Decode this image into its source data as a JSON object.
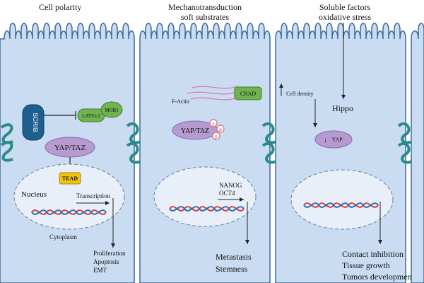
{
  "panel1": {
    "title": "Cell polarity",
    "scrib": "SCRIB",
    "lats": "LATS1/2",
    "mob1": "MOB1",
    "yaptaz": "YAP/TAZ",
    "tead": "TEAD",
    "nucleus": "Nucleus",
    "transcription": "Transcription",
    "cytoplasm": "Cytoplasm",
    "outcomes": [
      "Proliferation",
      "Apoptosis",
      "EMT"
    ]
  },
  "panel2": {
    "title_line1": "Mechanotransduction",
    "title_line2": "soft substrates",
    "factin": "F-Actin",
    "crad": "CRAD",
    "yaptaz": "YAP/TAZ",
    "phospho": "p",
    "nanog": "NANOG",
    "oct4": "OCT4",
    "outcomes": [
      "Metastasis",
      "Stemness"
    ]
  },
  "panel3": {
    "title_line1": "Soluble factors",
    "title_line2": "oxidative stress",
    "cell_density": "Cell density",
    "hippo": "Hippo",
    "yap": "YAP",
    "outcomes": [
      "Contact inhibition",
      "Tissue growth",
      "Tumors development"
    ]
  },
  "colors": {
    "cell_fill": "#c9dcf2",
    "cell_stroke": "#3d6a9a",
    "nucleus_fill": "#e9eff8",
    "junction": "#2a8a8a",
    "scrib": "#1f5f8f",
    "green": "#6fb44f",
    "purple": "#b69bd1",
    "tead": "#f1c40f",
    "phospho": "#e06b7a",
    "dna_red": "#d63f3f",
    "dna_blue": "#2e6fb5"
  }
}
